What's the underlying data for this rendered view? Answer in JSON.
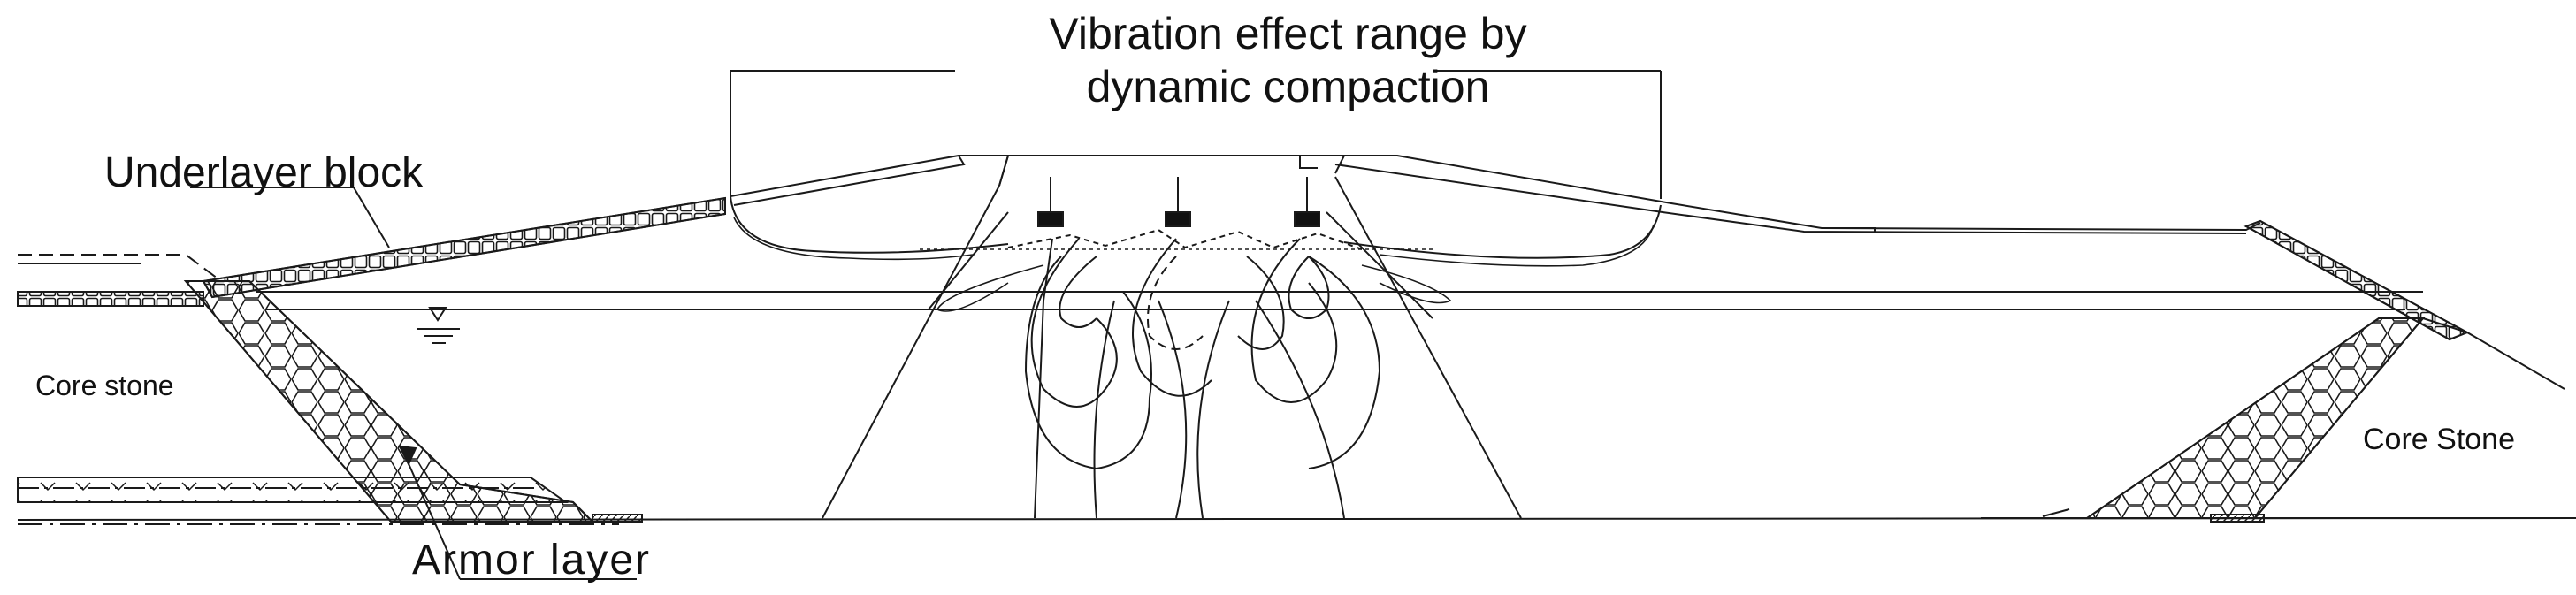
{
  "title": {
    "line1": "Vibration effect range by",
    "line2": "dynamic compaction"
  },
  "labels": {
    "underlayer_block": "Underlayer block",
    "armor_layer": "Armor layer",
    "core_stone_left": "Core stone",
    "core_stone_right": "Core Stone"
  },
  "colors": {
    "line": "#1a1a1a",
    "background": "#ffffff"
  },
  "symbols": {
    "water_level": "water-level-triangle-icon",
    "tamper": "tamper-block-icon",
    "seabed_hatch": "seabed-hatch-icon"
  }
}
